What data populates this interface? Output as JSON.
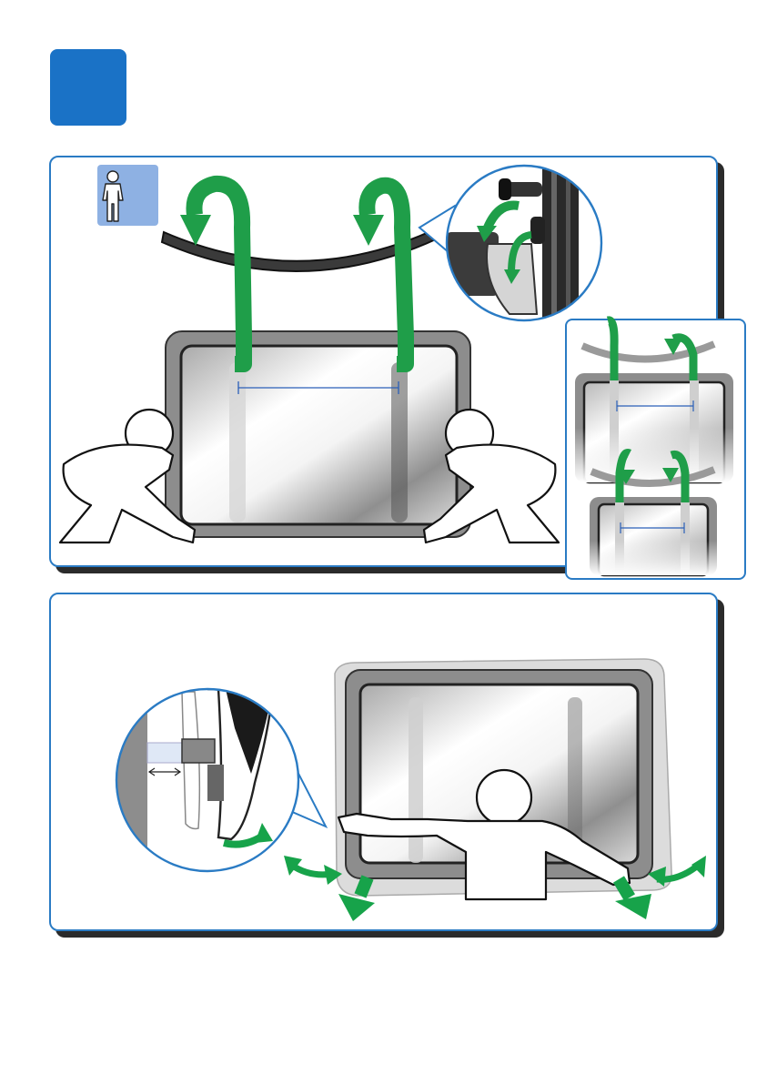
{
  "colors": {
    "accent_blue": "#1a72c6",
    "panel_border": "#2a7bc4",
    "arrow_green": "#17a34a",
    "strap_green": "#1f9e49",
    "frame_grey": "#8a8a8a",
    "person_icon_bg": "#8eb1e3"
  },
  "icons": {
    "badge": "step-number-badge",
    "person": "single-person-icon",
    "strap_arrow": "curved-down-arrow-icon",
    "tilt_arrow": "double-headed-curved-arrow-icon",
    "push_arrow": "down-arrow-icon"
  },
  "panels": [
    {
      "id": "top",
      "content": "two-person-lift-with-straps"
    },
    {
      "id": "side",
      "content": "strap-spacing-variants"
    },
    {
      "id": "bottom",
      "content": "single-person-hang-and-tilt"
    }
  ]
}
